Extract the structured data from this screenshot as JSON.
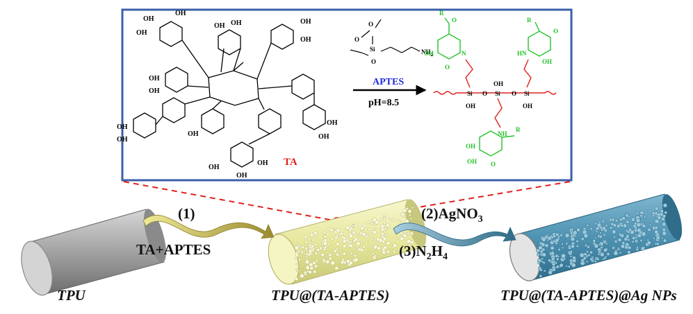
{
  "reaction": {
    "reagent_label": "APTES",
    "ph_label": "pH=8.5",
    "ta_label": "TA",
    "groups": {
      "oh": "OH",
      "hn": "HN",
      "nh": "NH",
      "nh2": "NH",
      "nh2_sub": "2",
      "si": "Si",
      "o": "O",
      "n": "N",
      "r": "R"
    }
  },
  "steps": {
    "step1_number": "(1)",
    "step1_reagent": "TA+APTES",
    "step2_label": "(2)AgNO",
    "step2_sub": "3",
    "step3_label": "(3)N",
    "step3_sub": "2",
    "step3_tail": "H",
    "step3_tail_sub": "4"
  },
  "fibers": {
    "tpu": "TPU",
    "tpu_ta": "TPU@(TA-APTES)",
    "tpu_ag": "TPU@(TA-APTES)@Ag NPs"
  },
  "colors": {
    "box_border": "#3b5fa8",
    "ta_red": "#e0201c",
    "aptes_blue": "#1e2fd6",
    "green": "#22c22a",
    "fiber_gray": "#9a9a9a",
    "fiber_yellow": "#eeefb0",
    "fiber_blue": "#4f93b3",
    "dash_red": "#e0201c"
  }
}
